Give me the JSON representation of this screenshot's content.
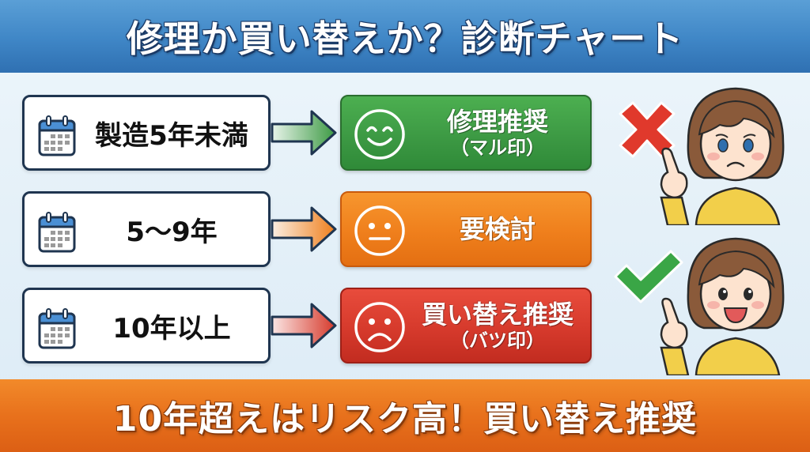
{
  "header": {
    "title": "修理か買い替えか？診断チャート"
  },
  "footer": {
    "text": "10年超えはリスク高！買い替え推奨"
  },
  "rows": [
    {
      "condition": "製造5年未満",
      "condition_icon": "calendar-icon",
      "arrow_color": "#3d9a44",
      "result": {
        "main": "修理推奨",
        "sub": "（マル印）",
        "icon": "smile-face-icon",
        "color": "#3d9a44"
      }
    },
    {
      "condition": "5〜9年",
      "condition_icon": "calendar-icon",
      "arrow_color": "#ef7f1c",
      "result": {
        "main": "要検討",
        "sub": "",
        "icon": "neutral-face-icon",
        "color": "#ef7f1c"
      }
    },
    {
      "condition": "10年以上",
      "condition_icon": "calendar-icon",
      "arrow_color": "#d63a2c",
      "result": {
        "main": "買い替え推奨",
        "sub": "（バツ印）",
        "icon": "sad-face-icon",
        "color": "#d63a2c"
      }
    }
  ],
  "characters": [
    {
      "expression": "worried",
      "mark": "cross-mark-icon",
      "mark_color": "#d9342a"
    },
    {
      "expression": "happy",
      "mark": "check-mark-icon",
      "mark_color": "#3aa646"
    }
  ],
  "colors": {
    "header_blue": "#3f86c6",
    "footer_orange": "#e8711c",
    "border_navy": "#1f3550"
  }
}
